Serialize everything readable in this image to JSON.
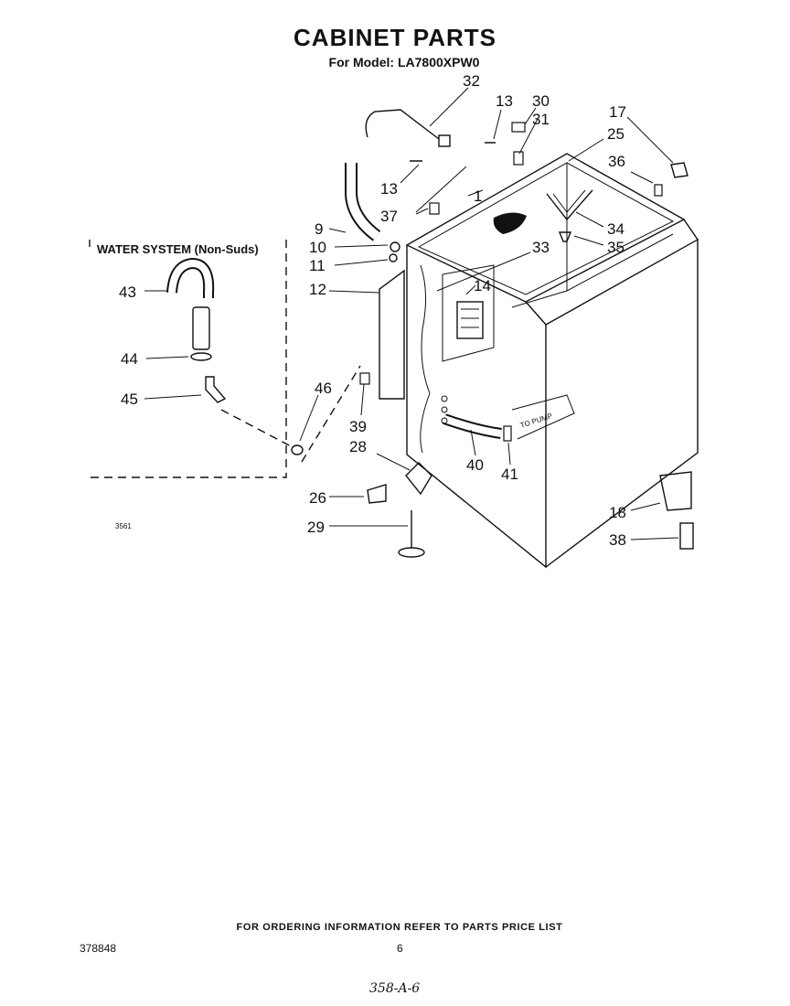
{
  "title": "CABINET PARTS",
  "subtitle": "For Model: LA7800XPW0",
  "water_system_label": "WATER SYSTEM (Non-Suds)",
  "diagram_code": "3561",
  "to_pump_label": "TO PUMP",
  "part_callouts": {
    "p1": "1",
    "p9": "9",
    "p10": "10",
    "p11": "11",
    "p12": "12",
    "p13a": "13",
    "p13b": "13",
    "p14": "14",
    "p17": "17",
    "p18": "18",
    "p25": "25",
    "p26": "26",
    "p28": "28",
    "p29": "29",
    "p30": "30",
    "p31": "31",
    "p32": "32",
    "p33": "33",
    "p34": "34",
    "p35": "35",
    "p36": "36",
    "p37": "37",
    "p38": "38",
    "p39": "39",
    "p40": "40",
    "p41": "41",
    "p43": "43",
    "p44": "44",
    "p45": "45",
    "p46": "46"
  },
  "footer": "FOR ORDERING INFORMATION REFER TO PARTS PRICE LIST",
  "document_number": "378848",
  "page_number": "6",
  "handwritten_note": "358-A-6"
}
